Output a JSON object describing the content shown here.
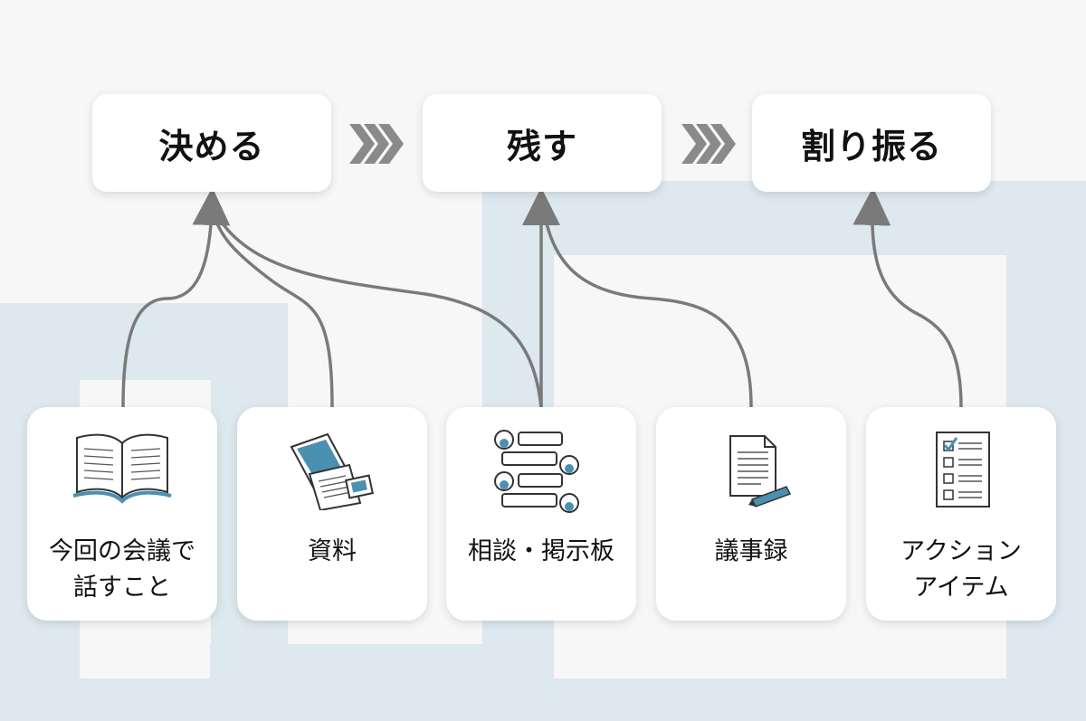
{
  "stages": [
    {
      "label": "決める"
    },
    {
      "label": "残す"
    },
    {
      "label": "割り振る"
    }
  ],
  "cards": [
    {
      "label": "今回の会議で\n話すこと",
      "icon": "open-book-icon"
    },
    {
      "label": "資料",
      "icon": "documents-icon"
    },
    {
      "label": "相談・掲示板",
      "icon": "chat-bubbles-icon"
    },
    {
      "label": "議事録",
      "icon": "minutes-document-icon"
    },
    {
      "label": "アクション\nアイテム",
      "icon": "checklist-icon"
    }
  ],
  "colors": {
    "background": "#f7f7f8",
    "accent_blue": "#dde8ef",
    "line": "#7a7a7a",
    "icon_blue": "#4a90b0"
  }
}
